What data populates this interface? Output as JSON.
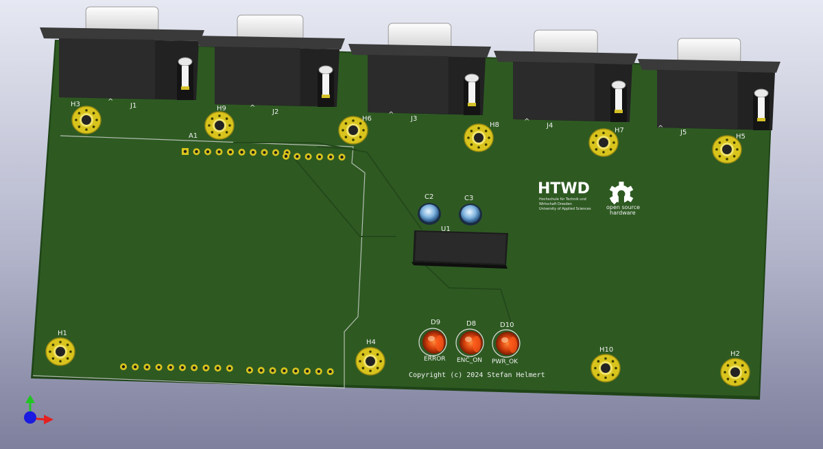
{
  "viewer": {
    "axis_colors": {
      "x": "#e52020",
      "y": "#22c422",
      "z": "#1a1ae0"
    }
  },
  "board": {
    "color": "#2e5a22",
    "connectors": [
      "J1",
      "J2",
      "J3",
      "J4",
      "J5"
    ],
    "mounting_holes": [
      "H1",
      "H2",
      "H3",
      "H4",
      "H5",
      "H6",
      "H7",
      "H8",
      "H9",
      "H10"
    ],
    "module_ref": "A1",
    "capacitors": [
      "C2",
      "C3"
    ],
    "ic_ref": "U1",
    "leds": [
      {
        "ref": "D9",
        "label": "ERROR"
      },
      {
        "ref": "D8",
        "label": "ENC_ON"
      },
      {
        "ref": "D10",
        "label": "PWR_OK"
      }
    ],
    "logo_htwd": {
      "name": "HTWD",
      "lines": [
        "Hochschule für Technik und",
        "Wirtschaft Dresden",
        "University of Applied Sciences"
      ]
    },
    "logo_osh": {
      "line1": "open source",
      "line2": "hardware"
    },
    "copyright": "Copyright (c) 2024 Stefan Helmert"
  }
}
